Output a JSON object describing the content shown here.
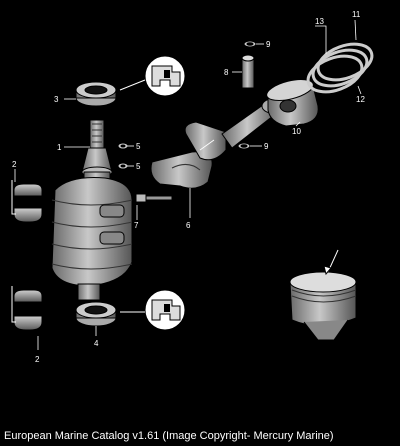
{
  "callouts": [
    {
      "id": "c1",
      "label": "1"
    },
    {
      "id": "c2a",
      "label": "2"
    },
    {
      "id": "c2b",
      "label": "2"
    },
    {
      "id": "c3",
      "label": "3"
    },
    {
      "id": "c4",
      "label": "4"
    },
    {
      "id": "c5a",
      "label": "5"
    },
    {
      "id": "c5b",
      "label": "5"
    },
    {
      "id": "c6",
      "label": "6"
    },
    {
      "id": "c7",
      "label": "7"
    },
    {
      "id": "c8",
      "label": "8"
    },
    {
      "id": "c9a",
      "label": "9"
    },
    {
      "id": "c9b",
      "label": "9"
    },
    {
      "id": "c10",
      "label": "10"
    },
    {
      "id": "c11",
      "label": "11"
    },
    {
      "id": "c12",
      "label": "12"
    },
    {
      "id": "c13",
      "label": "13"
    }
  ],
  "caption": "European Marine Catalog v1.61 (Image Copyright- Mercury Marine)",
  "colors": {
    "background": "#000000",
    "linework": "#ffffff",
    "parts": "#9a9a9a"
  }
}
